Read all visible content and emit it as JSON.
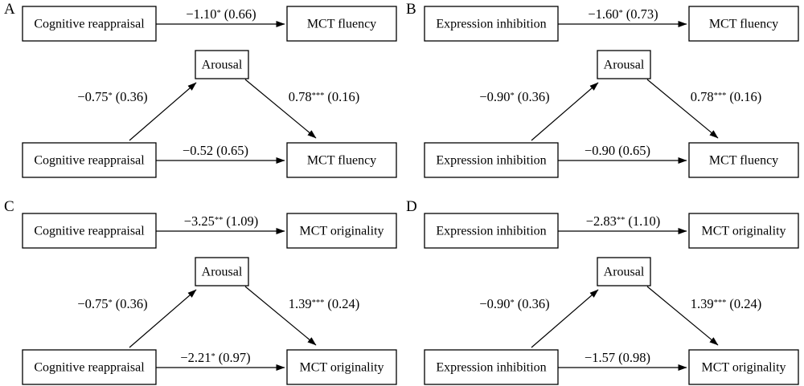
{
  "figure": {
    "background_color": "#ffffff",
    "line_color": "#000000",
    "panels": [
      {
        "label": "A",
        "direct": {
          "predictor": "Cognitive reappraisal",
          "outcome": "MCT fluency",
          "coef": "−1.10",
          "stars": "*",
          "se": "(0.66)"
        },
        "mediation": {
          "predictor": "Cognitive reappraisal",
          "mediator": "Arousal",
          "outcome": "MCT fluency",
          "a_path": {
            "coef": "−0.75",
            "stars": "*",
            "se": "(0.36)"
          },
          "b_path": {
            "coef": "0.78",
            "stars": "***",
            "se": "(0.16)"
          },
          "c_path": {
            "coef": "−0.52",
            "stars": "",
            "se": "(0.65)"
          }
        }
      },
      {
        "label": "B",
        "direct": {
          "predictor": "Expression inhibition",
          "outcome": "MCT fluency",
          "coef": "−1.60",
          "stars": "*",
          "se": "(0.73)"
        },
        "mediation": {
          "predictor": "Expression inhibition",
          "mediator": "Arousal",
          "outcome": "MCT fluency",
          "a_path": {
            "coef": "−0.90",
            "stars": "*",
            "se": "(0.36)"
          },
          "b_path": {
            "coef": "0.78",
            "stars": "***",
            "se": "(0.16)"
          },
          "c_path": {
            "coef": "−0.90",
            "stars": "",
            "se": "(0.65)"
          }
        }
      },
      {
        "label": "C",
        "direct": {
          "predictor": "Cognitive reappraisal",
          "outcome": "MCT originality",
          "coef": "−3.25",
          "stars": "**",
          "se": "(1.09)"
        },
        "mediation": {
          "predictor": "Cognitive reappraisal",
          "mediator": "Arousal",
          "outcome": "MCT originality",
          "a_path": {
            "coef": "−0.75",
            "stars": "*",
            "se": "(0.36)"
          },
          "b_path": {
            "coef": "1.39",
            "stars": "***",
            "se": "(0.24)"
          },
          "c_path": {
            "coef": "−2.21",
            "stars": "*",
            "se": "(0.97)"
          }
        }
      },
      {
        "label": "D",
        "direct": {
          "predictor": "Expression inhibition",
          "outcome": "MCT originality",
          "coef": "−2.83",
          "stars": "**",
          "se": "(1.10)"
        },
        "mediation": {
          "predictor": "Expression inhibition",
          "mediator": "Arousal",
          "outcome": "MCT originality",
          "a_path": {
            "coef": "−0.90",
            "stars": "*",
            "se": "(0.36)"
          },
          "b_path": {
            "coef": "1.39",
            "stars": "***",
            "se": "(0.24)"
          },
          "c_path": {
            "coef": "−1.57",
            "stars": "",
            "se": "(0.98)"
          }
        }
      }
    ]
  }
}
